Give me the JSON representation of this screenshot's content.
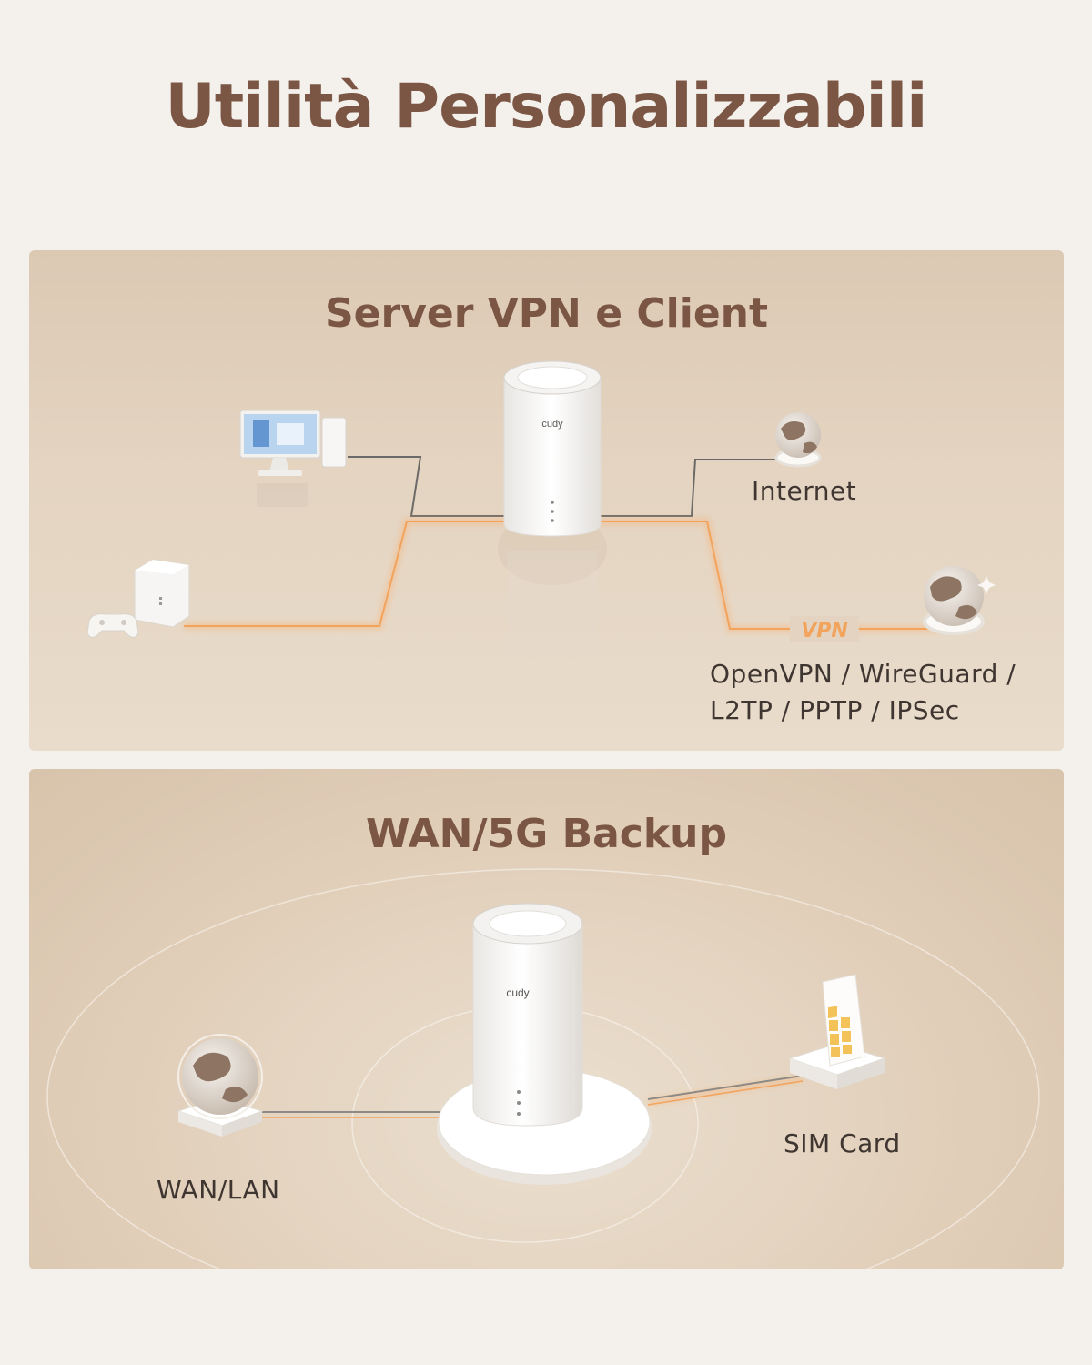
{
  "page_title": "Utilità Personalizzabili",
  "vpn_panel": {
    "title": "Server VPN e Client",
    "internet_label": "Internet",
    "vpn_tag": "VPN",
    "protocols_line1": "OpenVPN / WireGuard /",
    "protocols_line2": "L2TP / PPTP / IPSec",
    "router_brand": "cudy"
  },
  "backup_panel": {
    "title": "WAN/5G Backup",
    "wan_label": "WAN/LAN",
    "sim_label": "SIM Card",
    "router_brand": "cudy"
  },
  "colors": {
    "title_brown": "#7b5645",
    "glow_orange": "#f2a35c",
    "cable_grey": "#6c6a68"
  }
}
